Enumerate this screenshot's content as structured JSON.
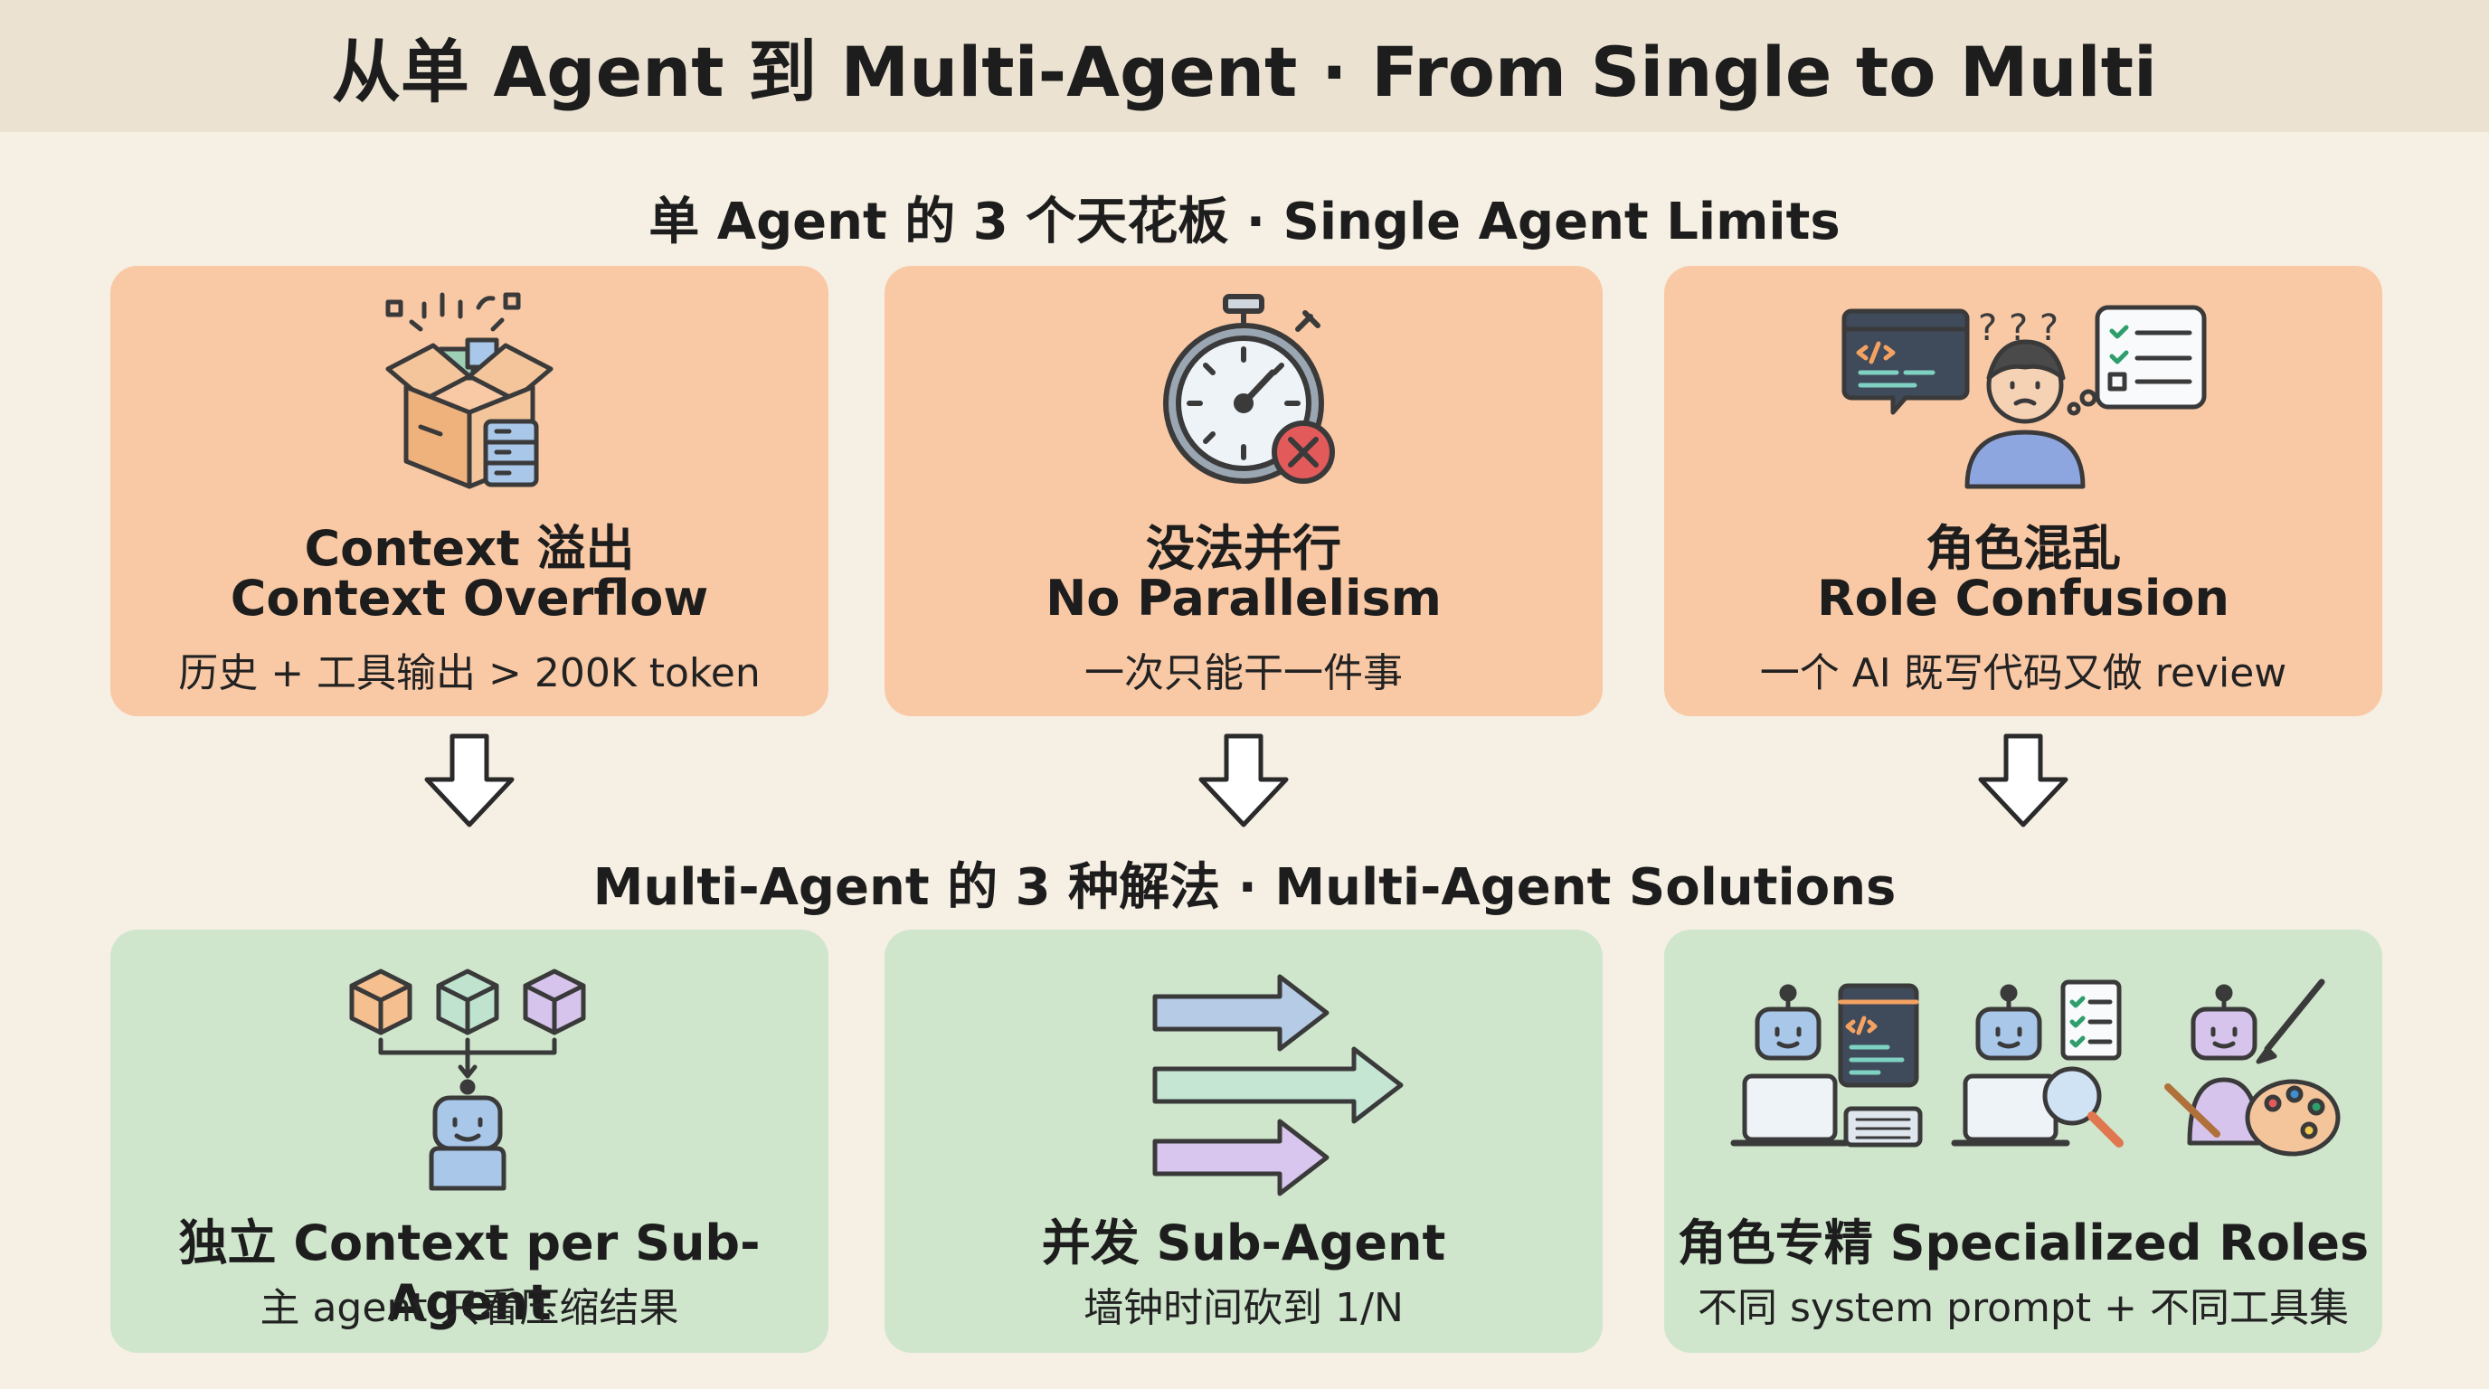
{
  "header": {
    "title": "从单 Agent 到 Multi-Agent · From Single to Multi"
  },
  "limits_section": {
    "title": "单 Agent 的 3 个天花板 · Single Agent Limits",
    "cards": [
      {
        "zh_title": "Context 溢出",
        "en_title": "Context Overflow",
        "desc": "历史 + 工具输出 > 200K token",
        "icon": "overflowing-box-icon"
      },
      {
        "zh_title": "没法并行",
        "en_title": "No Parallelism",
        "desc": "一次只能干一件事",
        "icon": "stopwatch-icon"
      },
      {
        "zh_title": "角色混乱",
        "en_title": "Role Confusion",
        "desc": "一个 AI 既写代码又做 review",
        "icon": "confused-person-icon"
      }
    ]
  },
  "solutions_section": {
    "title": "Multi-Agent 的 3 种解法 · Multi-Agent Solutions",
    "cards": [
      {
        "title": "独立 Context per Sub-Agent",
        "desc": "主 agent 只看压缩结果",
        "icon": "cubes-to-robot-icon"
      },
      {
        "title": "并发 Sub-Agent",
        "desc": "墙钟时间砍到 1/N",
        "icon": "parallel-arrows-icon"
      },
      {
        "title": "角色专精 Specialized Roles",
        "desc": "不同 system prompt + 不同工具集",
        "icon": "specialized-robots-icon"
      }
    ]
  },
  "colors": {
    "background": "#f6efe3",
    "title_bar": "#ebe2d2",
    "limit_card": "#f9c9a6",
    "solution_card": "#cfe6cc"
  }
}
